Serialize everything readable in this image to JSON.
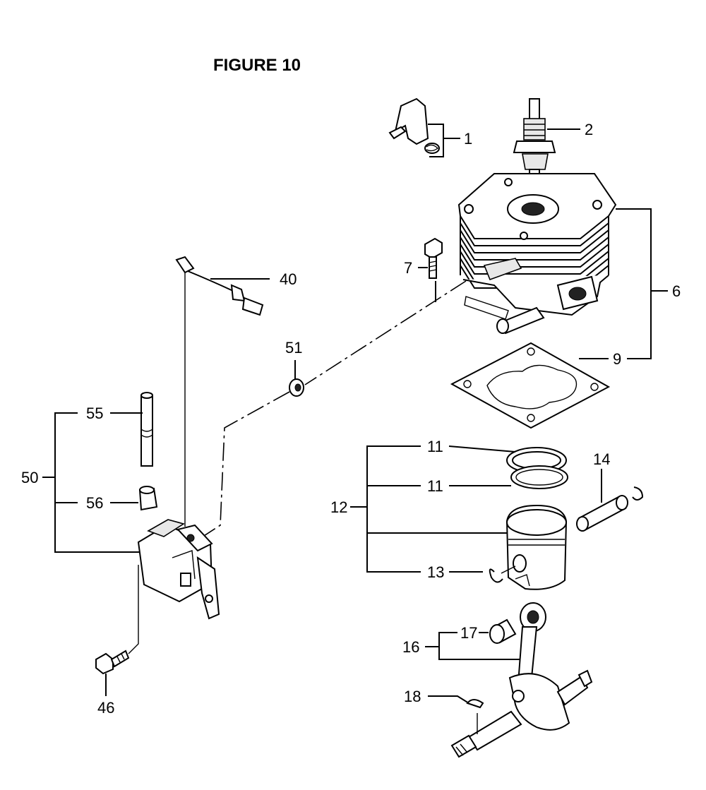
{
  "figure": {
    "title": "FIGURE 10"
  },
  "callouts": {
    "c1": "1",
    "c2": "2",
    "c6": "6",
    "c7": "7",
    "c9": "9",
    "c11a": "11",
    "c11b": "11",
    "c12": "12",
    "c13": "13",
    "c14": "14",
    "c16": "16",
    "c17": "17",
    "c18": "18",
    "c40": "40",
    "c46": "46",
    "c50": "50",
    "c51": "51",
    "c55": "55",
    "c56": "56"
  }
}
